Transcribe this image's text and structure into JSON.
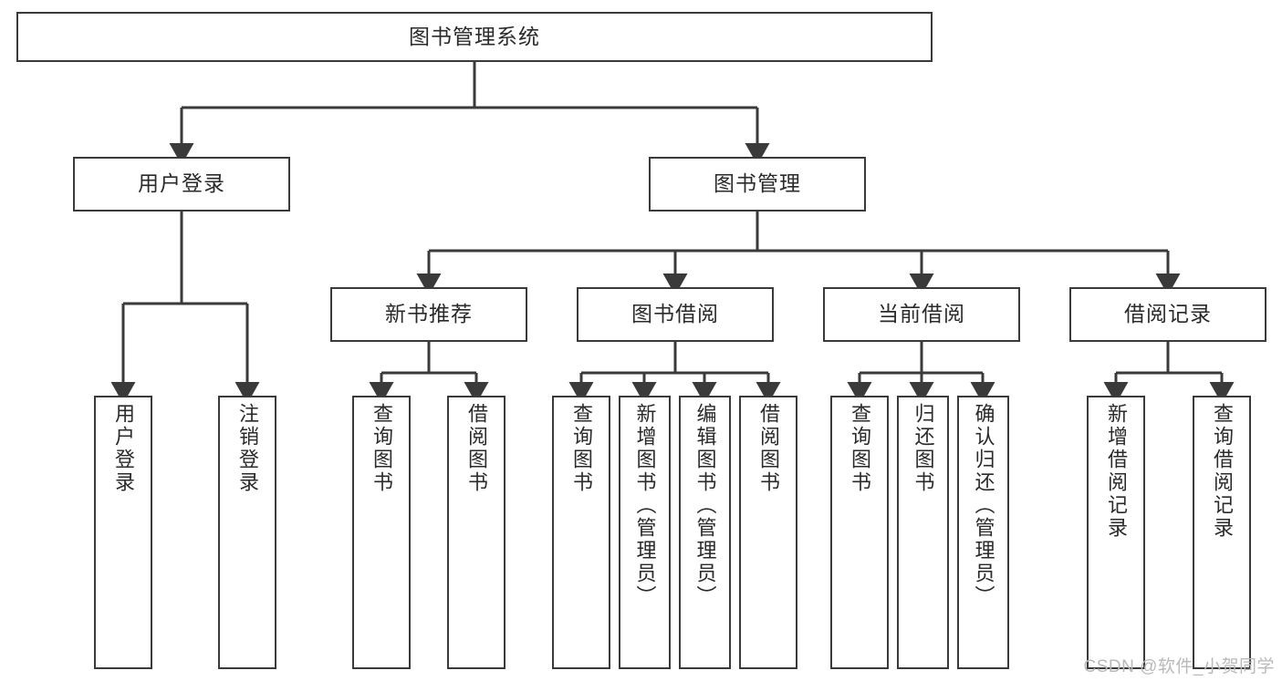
{
  "diagram": {
    "title": "图书管理系统",
    "type": "tree",
    "orientation": "top-down",
    "edge_color": "#3a3a3a",
    "box_border_color": "#3a3a3a",
    "box_fill_color": "#ffffff",
    "text_color": "#2a2a2a"
  },
  "nodes": {
    "root": {
      "label": "图书管理系统"
    },
    "level1": [
      {
        "id": "user-login",
        "label": "用户登录"
      },
      {
        "id": "book-manage",
        "label": "图书管理"
      }
    ],
    "level2": [
      {
        "id": "new-book-rec",
        "label": "新书推荐"
      },
      {
        "id": "book-borrow",
        "label": "图书借阅"
      },
      {
        "id": "current-borrow",
        "label": "当前借阅"
      },
      {
        "id": "borrow-record",
        "label": "借阅记录"
      }
    ],
    "leaves": {
      "user_login": [
        {
          "id": "leaf-user-login",
          "label": "用户登录"
        },
        {
          "id": "leaf-logout-login",
          "label": "注销登录"
        }
      ],
      "new_book_rec": [
        {
          "id": "leaf-query-book-1",
          "label": "查询图书"
        },
        {
          "id": "leaf-borrow-book-1",
          "label": "借阅图书"
        }
      ],
      "book_borrow": [
        {
          "id": "leaf-query-book-2",
          "label": "查询图书"
        },
        {
          "id": "leaf-add-book",
          "label": "新增图书（管理员）"
        },
        {
          "id": "leaf-edit-book",
          "label": "编辑图书（管理员）"
        },
        {
          "id": "leaf-borrow-book-2",
          "label": "借阅图书"
        }
      ],
      "current_borrow": [
        {
          "id": "leaf-query-book-3",
          "label": "查询图书"
        },
        {
          "id": "leaf-return-book",
          "label": "归还图书"
        },
        {
          "id": "leaf-confirm-return",
          "label": "确认归还（管理员）"
        }
      ],
      "borrow_record": [
        {
          "id": "leaf-add-record",
          "label": "新增借阅记录"
        },
        {
          "id": "leaf-query-record",
          "label": "查询借阅记录"
        }
      ]
    }
  },
  "watermark": {
    "text": "CSDN @软件_小贺同学"
  }
}
